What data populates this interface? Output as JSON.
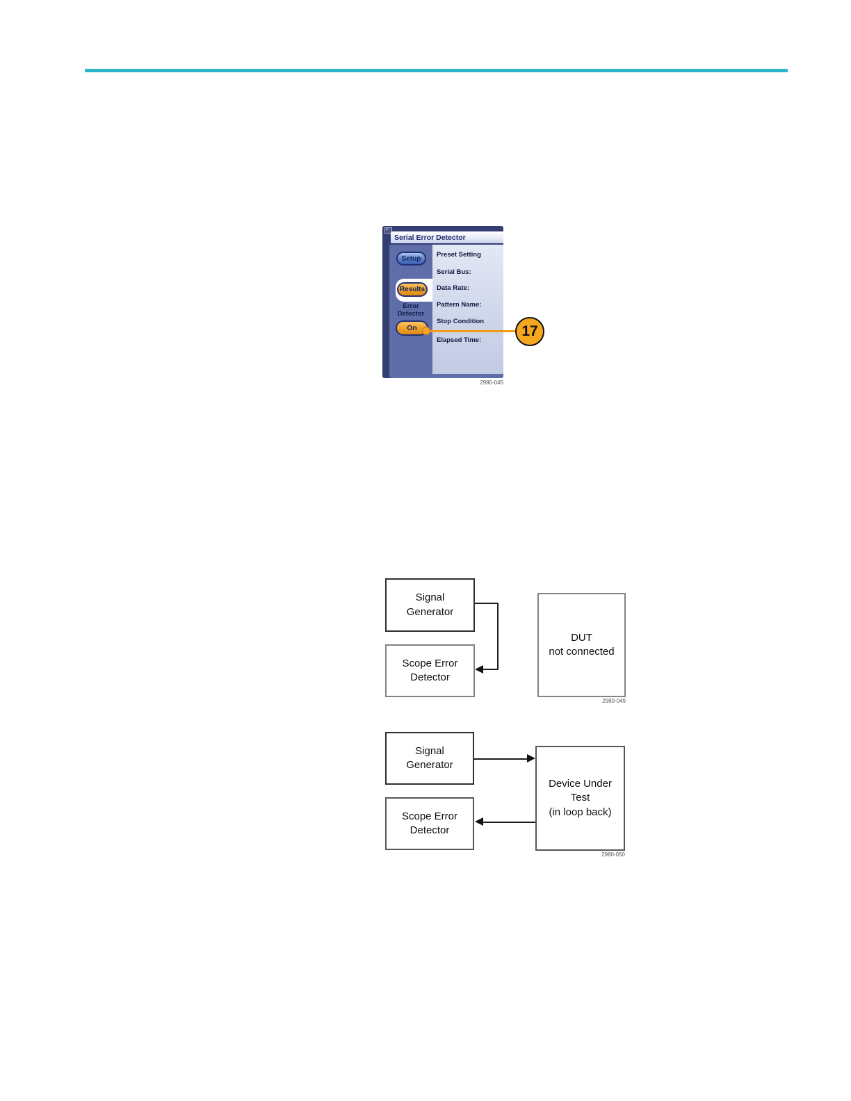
{
  "colors": {
    "top_rule": "#2cb5c9",
    "panel_frame": "#333e72",
    "panel_sidebar": "#5f6ea9",
    "accent_orange": "#f5a71f",
    "button_navy_border": "#223178",
    "callout_line": "#f09d15"
  },
  "screenshot_panel": {
    "title": "Serial Error Detector",
    "setup_button": "Setup",
    "results_button": "Results",
    "error_detector_label": "Error\nDetector",
    "on_button": "On",
    "fields": [
      "Preset Setting",
      "Serial Bus:",
      "Data Rate:",
      "Pattern Name:",
      "Stop Condition",
      "Elapsed Time:"
    ],
    "caption": "2980-045"
  },
  "callout": {
    "number": "17"
  },
  "diagram_dut_not_connected": {
    "signal_generator": "Signal\nGenerator",
    "scope_error_detector": "Scope Error\nDetector",
    "dut": "DUT\nnot connected",
    "caption": "2980-049"
  },
  "diagram_dut_loopback": {
    "signal_generator": "Signal\nGenerator",
    "scope_error_detector": "Scope Error\nDetector",
    "dut": "Device Under\nTest\n(in loop back)",
    "caption": "2980-050"
  }
}
